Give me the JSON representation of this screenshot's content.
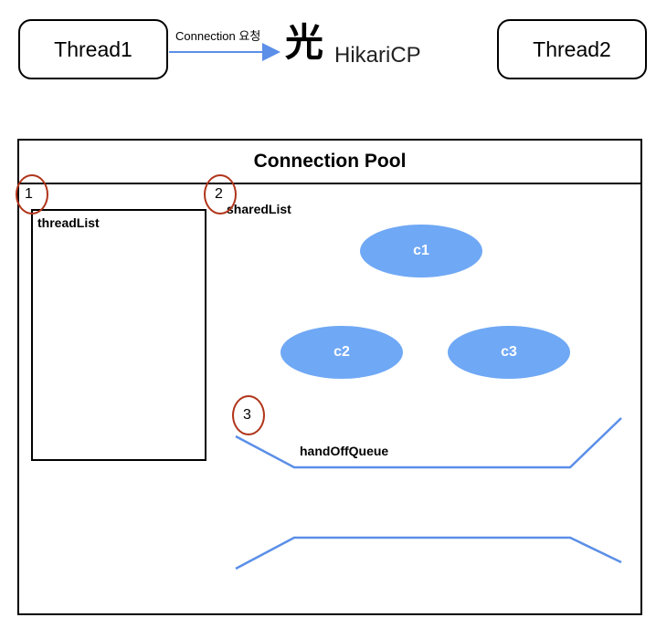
{
  "threads": [
    {
      "label": "Thread1"
    },
    {
      "label": "Thread2"
    }
  ],
  "request_label": "Connection 요청",
  "logo": {
    "mark": "光",
    "text": "HikariCP"
  },
  "pool": {
    "title": "Connection Pool",
    "thread_list_label": "threadList",
    "shared_list_label": "sharedList",
    "handoff_label": "handOffQueue",
    "connections": [
      "c1",
      "c2",
      "c3"
    ],
    "markers": [
      "1",
      "2",
      "3"
    ]
  },
  "colors": {
    "connection_fill": "#6fa8f5",
    "arrow": "#5b8fe8",
    "queue_line": "#5b8fe8",
    "marker_ring": "#b0341a"
  }
}
